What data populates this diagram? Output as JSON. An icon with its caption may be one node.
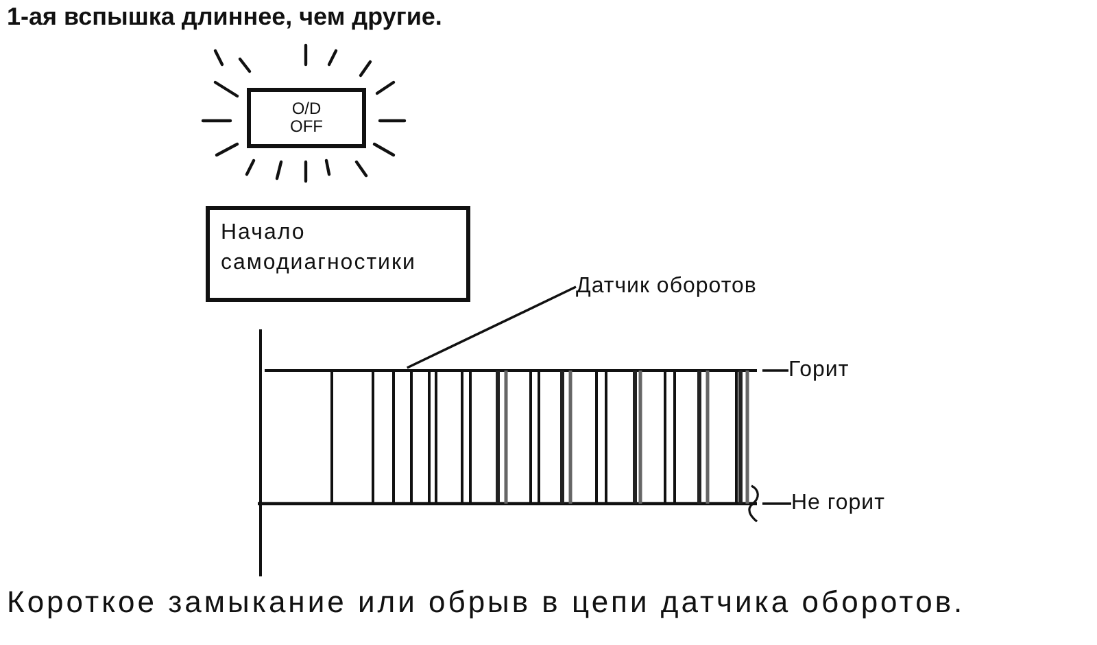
{
  "diagram": {
    "title": "1-ая вспышка длиннее, чем другие.",
    "caption": "Короткое замыкание или обрыв в цепи датчика оборотов.",
    "nodes": [
      {
        "text": [
          "O/D OFF"
        ]
      },
      {
        "text": [
          "Начало самодиагностики"
        ]
      },
      {
        "text": [
          "Датчик оборотов"
        ]
      },
      {
        "text": [],
        "shape": "waveform"
      },
      {
        "text": [
          "Горит"
        ]
      },
      {
        "text": [
          "Не горит"
        ]
      }
    ],
    "edges": [
      {
        "from": 2,
        "to": 3,
        "arrow": "none"
      },
      {
        "from": 4,
        "to": 3,
        "arrow": "none"
      },
      {
        "from": 5,
        "to": 3,
        "arrow": "none"
      }
    ]
  }
}
